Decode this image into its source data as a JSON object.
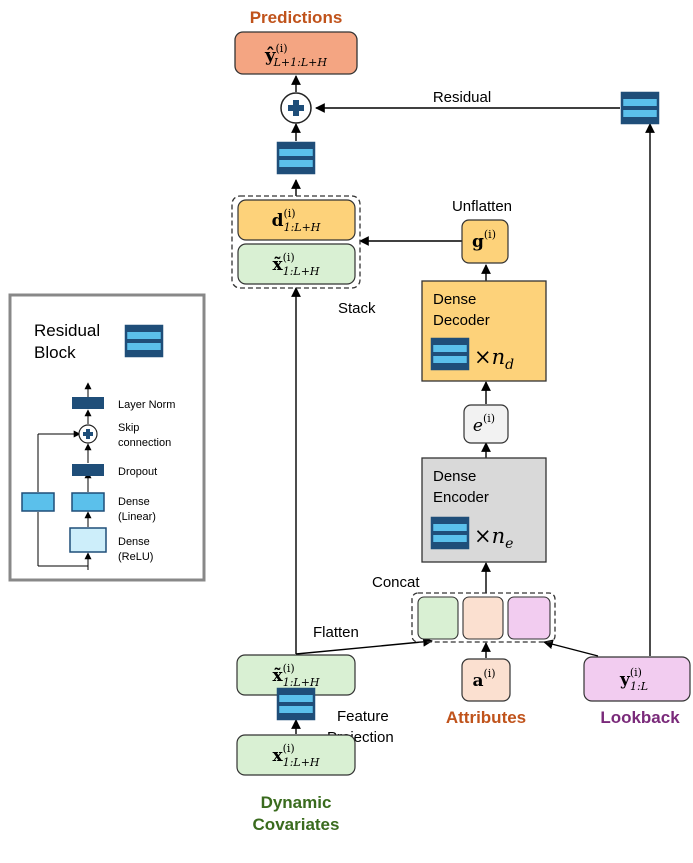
{
  "labels": {
    "predictions": "Predictions",
    "residual": "Residual",
    "unflatten": "Unflatten",
    "stack": "Stack",
    "concat": "Concat",
    "flatten": "Flatten",
    "feature_projection_1": "Feature",
    "feature_projection_2": "Projection",
    "attributes": "Attributes",
    "lookback": "Lookback",
    "dynamic_covariates_1": "Dynamic",
    "dynamic_covariates_2": "Covariates",
    "dense_decoder_1": "Dense",
    "dense_decoder_2": "Decoder",
    "dense_encoder_1": "Dense",
    "dense_encoder_2": "Encoder"
  },
  "math": {
    "y_hat": "ŷ",
    "y_hat_sup": "(i)",
    "y_hat_sub": "L+1:L+H",
    "d": "d",
    "d_sup": "(i)",
    "d_sub": "1:L+H",
    "x_tilde": "x̃",
    "x_tilde_sup": "(i)",
    "x_tilde_sub": "1:L+H",
    "g": "g",
    "g_sup": "(i)",
    "e": "e",
    "e_sup": "(i)",
    "a": "a",
    "a_sup": "(i)",
    "y": "y",
    "y_sup": "(i)",
    "y_sub": "1:L",
    "x": "x",
    "x_sup": "(i)",
    "x_sub": "1:L+H",
    "times_nd": "×n",
    "nd_sub": "d",
    "times_ne": "×n",
    "ne_sub": "e"
  },
  "legend": {
    "title_1": "Residual",
    "title_2": "Block",
    "layer_norm": "Layer Norm",
    "skip_1": "Skip",
    "skip_2": "connection",
    "dropout": "Dropout",
    "dense_linear_1": "Dense",
    "dense_linear_2": "(Linear)",
    "dense_relu_1": "Dense",
    "dense_relu_2": "(ReLU)"
  },
  "colors": {
    "predictions_fill": "#f4a582",
    "predictions_text": "#c0531b",
    "dynamic_fill": "#d9f0d3",
    "dynamic_text": "#3a6b1e",
    "decoder_fill": "#fdd27a",
    "decoder_text": "#fdd27a",
    "encoder_fill": "#d9d9d9",
    "attr_fill": "#fbe0d0",
    "attr_text": "#c0531b",
    "lookback_fill": "#f2ccf0",
    "lookback_text": "#7a2a7a",
    "residual_block": "#5bc0eb",
    "residual_dark": "#1f4e79"
  }
}
